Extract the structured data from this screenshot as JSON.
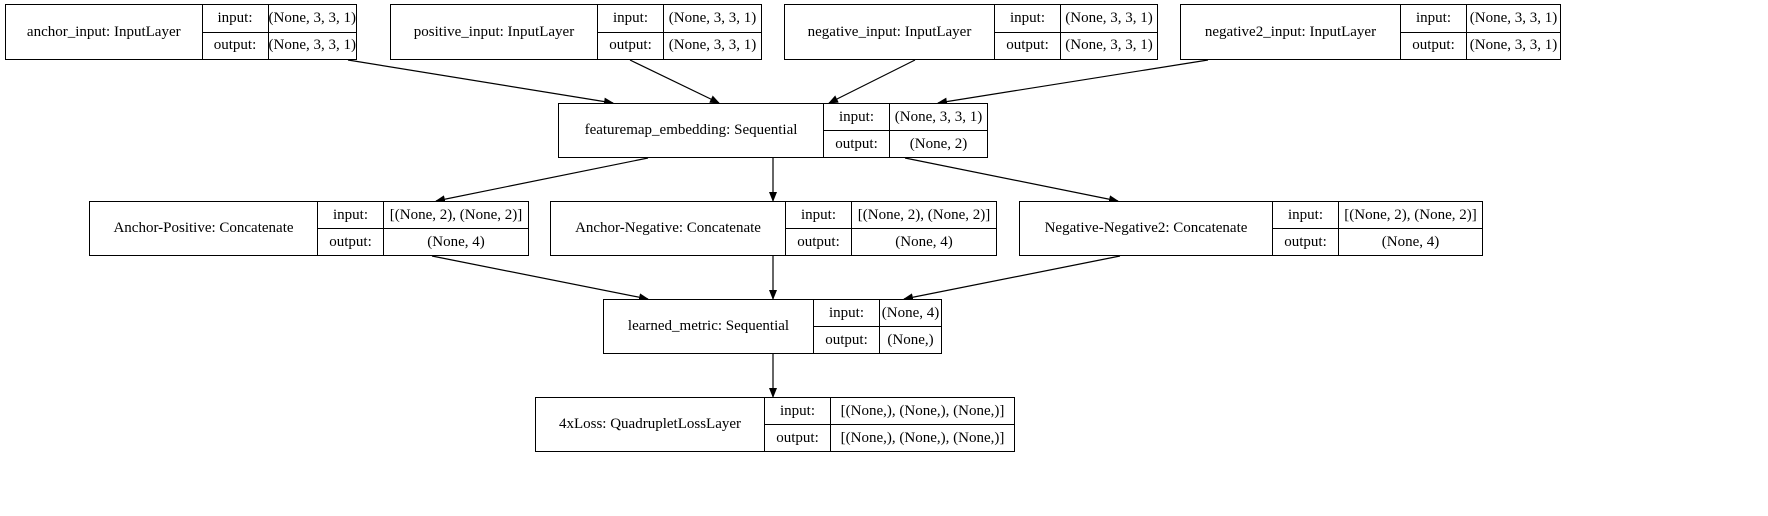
{
  "diagram": {
    "nodes": [
      {
        "id": "anchor_input",
        "label": "anchor_input: InputLayer",
        "in_label": "input:",
        "in_shape": "(None, 3, 3, 1)",
        "out_label": "output:",
        "out_shape": "(None, 3, 3, 1)"
      },
      {
        "id": "positive_input",
        "label": "positive_input: InputLayer",
        "in_label": "input:",
        "in_shape": "(None, 3, 3, 1)",
        "out_label": "output:",
        "out_shape": "(None, 3, 3, 1)"
      },
      {
        "id": "negative_input",
        "label": "negative_input: InputLayer",
        "in_label": "input:",
        "in_shape": "(None, 3, 3, 1)",
        "out_label": "output:",
        "out_shape": "(None, 3, 3, 1)"
      },
      {
        "id": "negative2_input",
        "label": "negative2_input: InputLayer",
        "in_label": "input:",
        "in_shape": "(None, 3, 3, 1)",
        "out_label": "output:",
        "out_shape": "(None, 3, 3, 1)"
      },
      {
        "id": "featuremap_embedding",
        "label": "featuremap_embedding: Sequential",
        "in_label": "input:",
        "in_shape": "(None, 3, 3, 1)",
        "out_label": "output:",
        "out_shape": "(None, 2)"
      },
      {
        "id": "anchor_positive",
        "label": "Anchor-Positive: Concatenate",
        "in_label": "input:",
        "in_shape": "[(None, 2), (None, 2)]",
        "out_label": "output:",
        "out_shape": "(None, 4)"
      },
      {
        "id": "anchor_negative",
        "label": "Anchor-Negative: Concatenate",
        "in_label": "input:",
        "in_shape": "[(None, 2), (None, 2)]",
        "out_label": "output:",
        "out_shape": "(None, 4)"
      },
      {
        "id": "negative_negative2",
        "label": "Negative-Negative2: Concatenate",
        "in_label": "input:",
        "in_shape": "[(None, 2), (None, 2)]",
        "out_label": "output:",
        "out_shape": "(None, 4)"
      },
      {
        "id": "learned_metric",
        "label": "learned_metric: Sequential",
        "in_label": "input:",
        "in_shape": "(None, 4)",
        "out_label": "output:",
        "out_shape": "(None,)"
      },
      {
        "id": "quadruplet_loss",
        "label": "4xLoss: QuadrupletLossLayer",
        "in_label": "input:",
        "in_shape": "[(None,), (None,), (None,)]",
        "out_label": "output:",
        "out_shape": "[(None,), (None,), (None,)]"
      }
    ],
    "edges": [
      {
        "from": "anchor_input",
        "to": "featuremap_embedding"
      },
      {
        "from": "positive_input",
        "to": "featuremap_embedding"
      },
      {
        "from": "negative_input",
        "to": "featuremap_embedding"
      },
      {
        "from": "negative2_input",
        "to": "featuremap_embedding"
      },
      {
        "from": "featuremap_embedding",
        "to": "anchor_positive"
      },
      {
        "from": "featuremap_embedding",
        "to": "anchor_negative"
      },
      {
        "from": "featuremap_embedding",
        "to": "negative_negative2"
      },
      {
        "from": "anchor_positive",
        "to": "learned_metric"
      },
      {
        "from": "anchor_negative",
        "to": "learned_metric"
      },
      {
        "from": "negative_negative2",
        "to": "learned_metric"
      },
      {
        "from": "learned_metric",
        "to": "quadruplet_loss"
      }
    ]
  }
}
